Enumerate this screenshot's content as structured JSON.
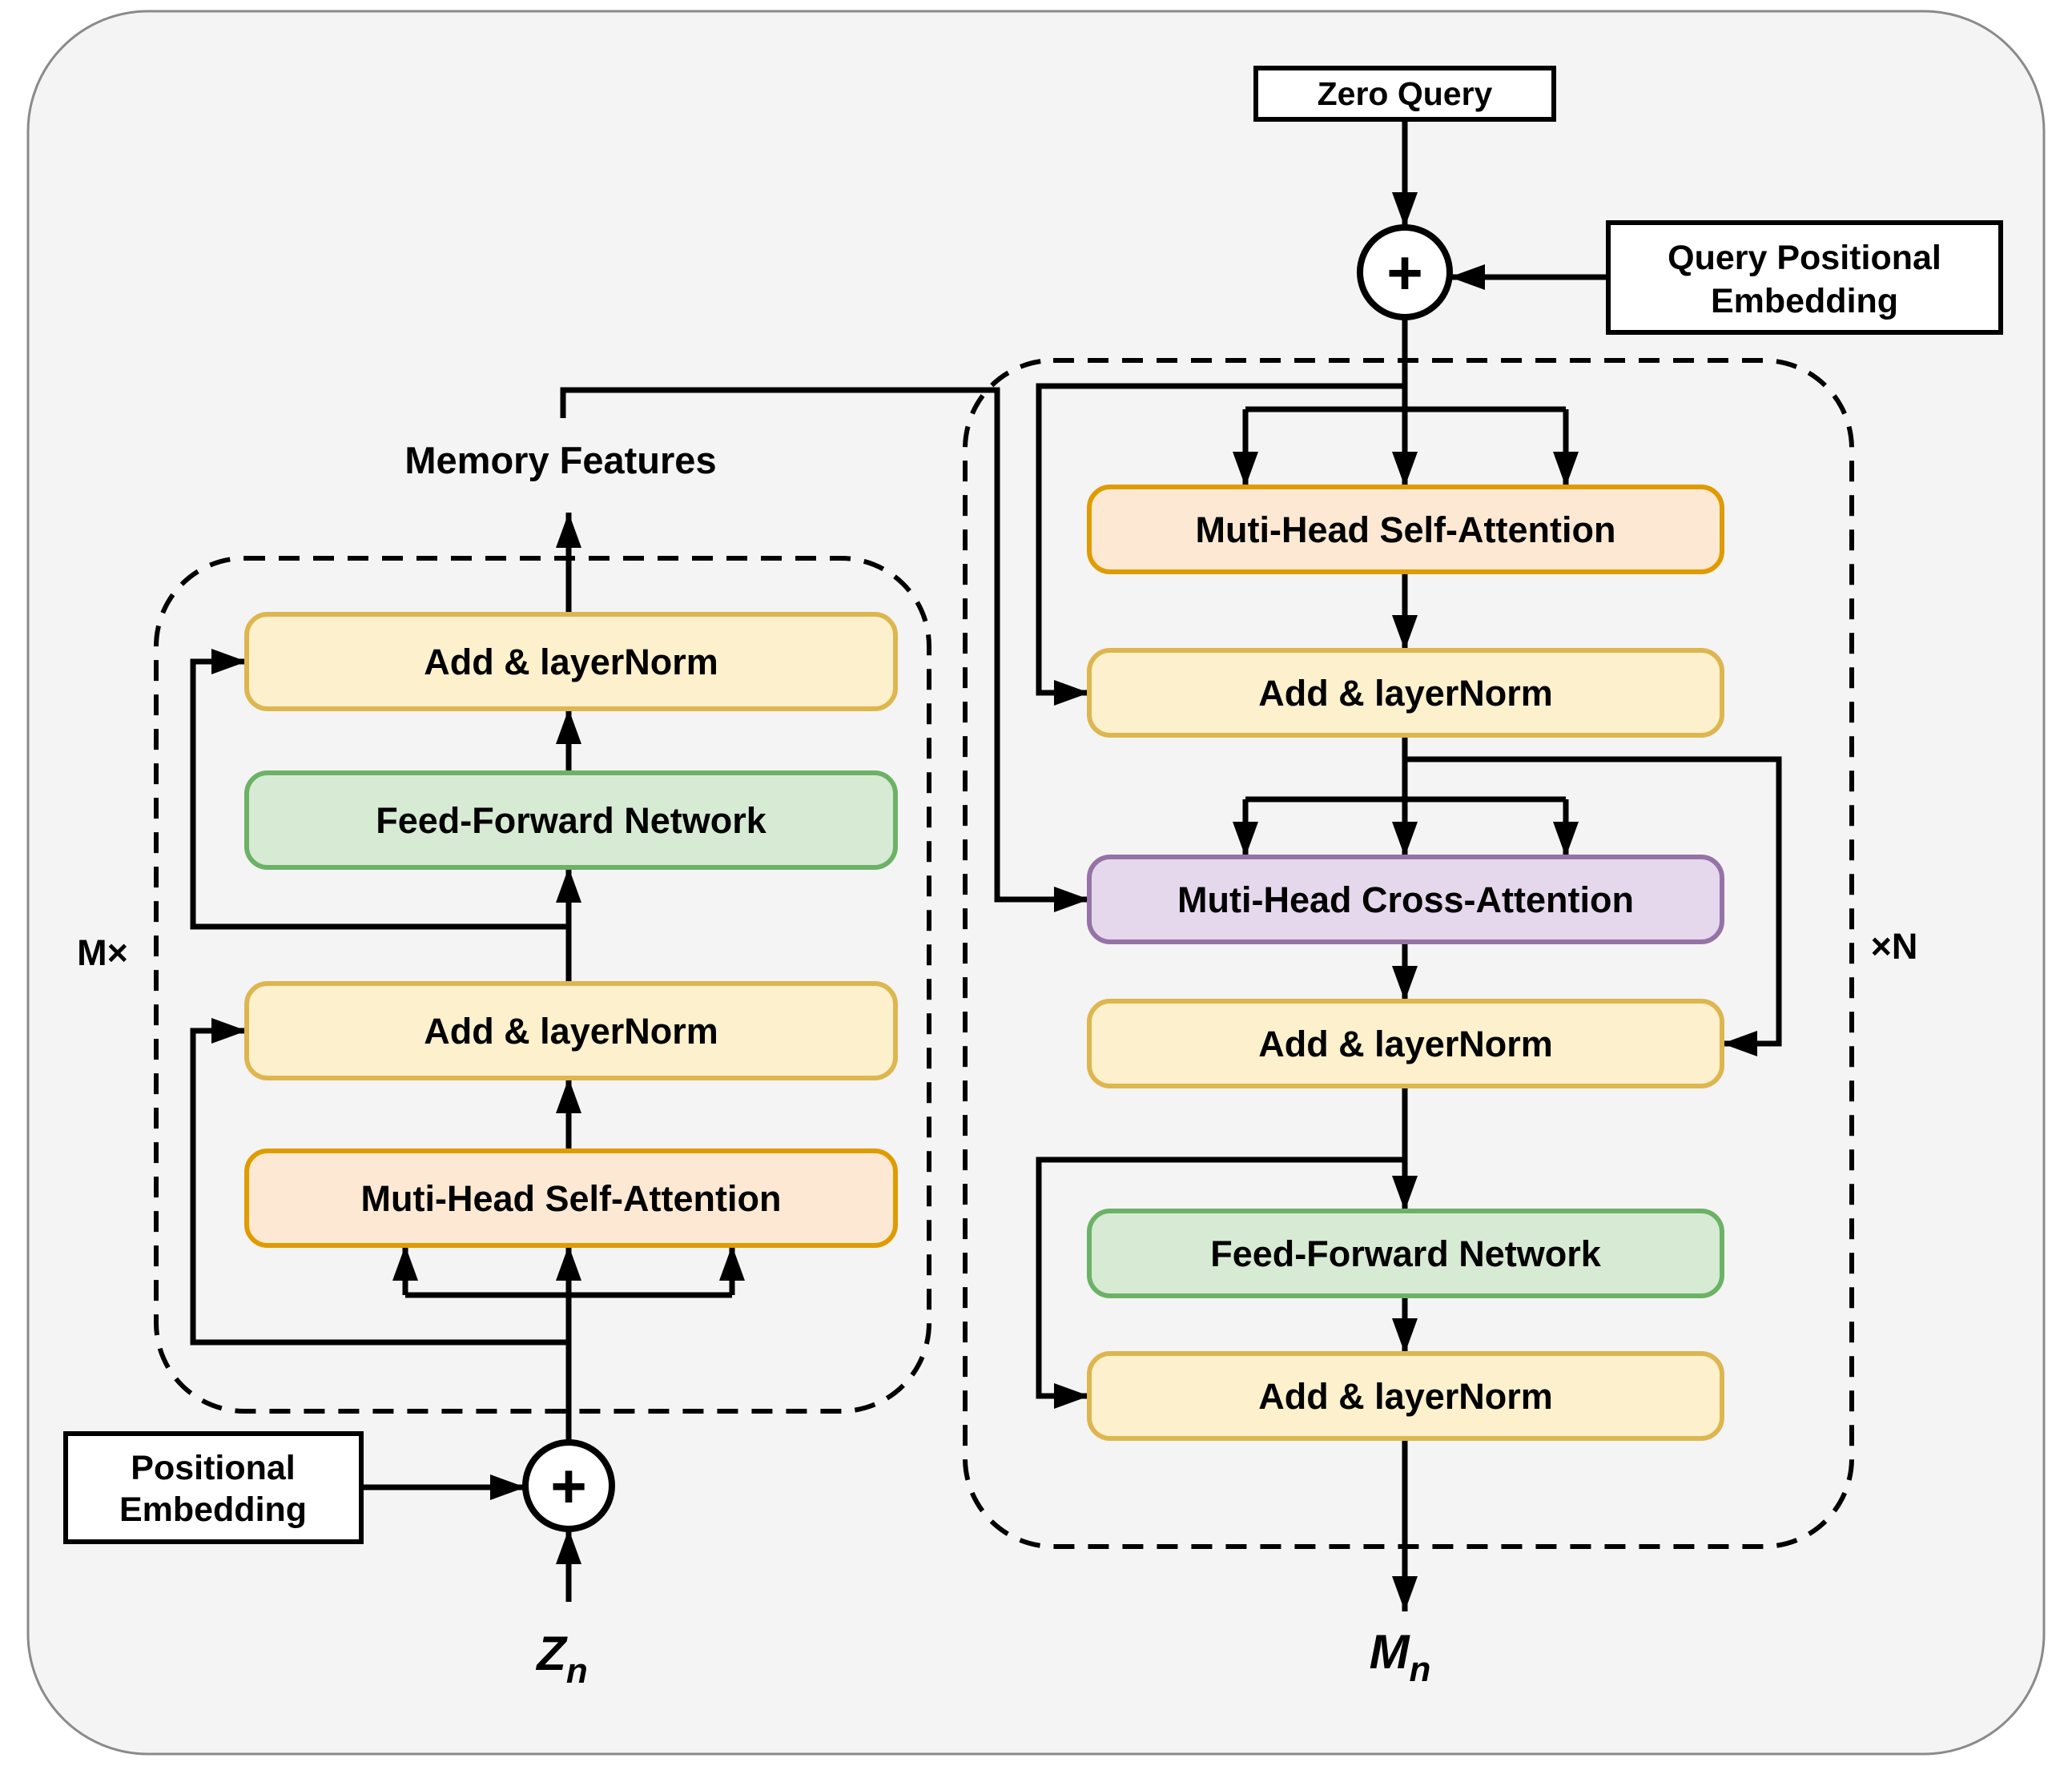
{
  "diagram": {
    "colors": {
      "canvas_fill": "#f4f4f4",
      "canvas_stroke": "#8a8a8a",
      "attention_fill": "#fde9d3",
      "attention_stroke": "#df9b00",
      "norm_fill": "#fdf0cc",
      "norm_stroke": "#ddb650",
      "ffn_fill": "#d7ead3",
      "ffn_stroke": "#6cb266",
      "cross_fill": "#e5d8ec",
      "cross_stroke": "#9673a6",
      "line": "#000000"
    },
    "encoder": {
      "repeat_label": "M×",
      "output_label": "Memory Features",
      "blocks": {
        "add_norm_top": "Add & layerNorm",
        "ffn": "Feed-Forward Network",
        "add_norm_bottom": "Add & layerNorm",
        "self_attention": "Muti-Head Self-Attention"
      },
      "input": {
        "embedding_line1": "Positional",
        "embedding_line2": "Embedding",
        "sum": "+",
        "variable": "Z",
        "variable_sub": "n"
      }
    },
    "decoder": {
      "repeat_label": "×N",
      "zero_query_label": "Zero Query",
      "query_embedding_line1": "Query Positional",
      "query_embedding_line2": "Embedding",
      "sum": "+",
      "blocks": {
        "self_attention": "Muti-Head Self-Attention",
        "add_norm_1": "Add & layerNorm",
        "cross_attention": "Muti-Head Cross-Attention",
        "add_norm_2": "Add & layerNorm",
        "ffn": "Feed-Forward Network",
        "add_norm_3": "Add & layerNorm"
      },
      "output": {
        "variable": "M",
        "variable_sub": "n"
      }
    }
  }
}
